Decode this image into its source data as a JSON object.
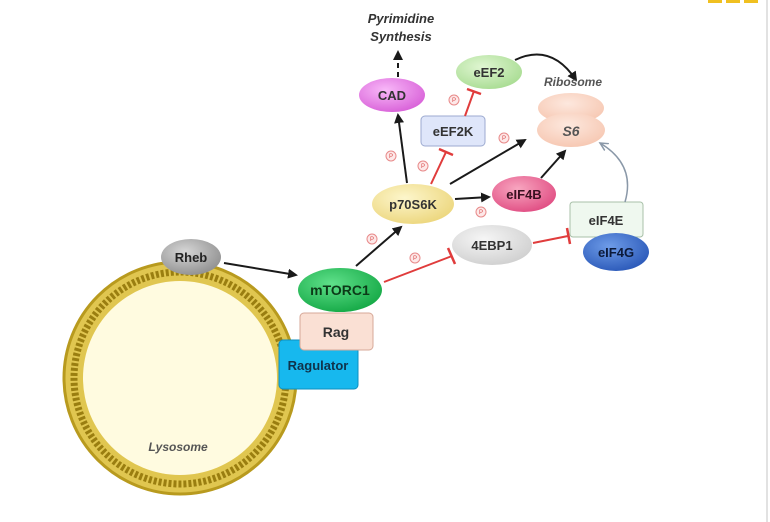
{
  "nodes": {
    "rheb": "Rheb",
    "mtorc1": "mTORC1",
    "rag": "Rag",
    "ragulator": "Ragulator",
    "p70s6k": "p70S6K",
    "cad": "CAD",
    "eef2k": "eEF2K",
    "eef2": "eEF2",
    "eif4b": "eIF4B",
    "ebp1": "4EBP1",
    "eif4e": "eIF4E",
    "eif4g": "eIF4G",
    "s6": "S6"
  },
  "labels": {
    "pyrimidine": "Pyrimidine",
    "synthesis": "Synthesis",
    "ribosome": "Ribosome",
    "lysosome": "Lysosome"
  },
  "phospho_mark": "P",
  "colors": {
    "activation_arrow": "#1a1a1a",
    "inhibition": "#e03c3c",
    "lysosome_ring": "#b89a1e",
    "lysosome_fill": "#fffbe0",
    "rheb": "#a3a3a3",
    "mtorc1": "#22c25a",
    "rag": "#fae0d4",
    "ragulator": "#17b8ee",
    "p70s6k": "#f7eaaa",
    "cad": "#ee82ee",
    "eef2k": "#dfe6fa",
    "eef2": "#c6ecb2",
    "eif4b": "#f06e98",
    "ebp1": "#e6e6e6",
    "eif4e": "#eff8ef",
    "eif4g": "#3e72d4",
    "s6": "#fbd8c8"
  }
}
